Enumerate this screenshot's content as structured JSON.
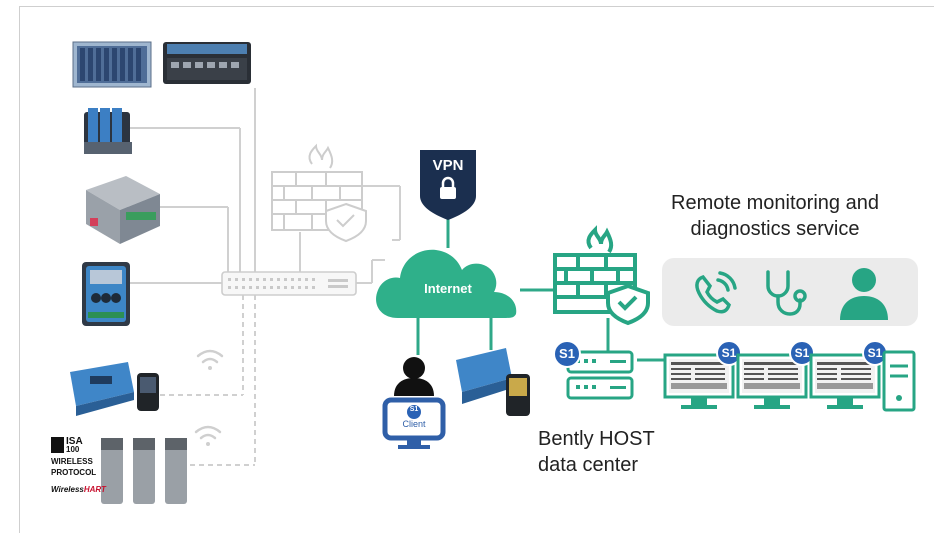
{
  "vpn_label": "VPN",
  "internet_label": "Internet",
  "client_badge": "S1",
  "client_label": "Client",
  "server_badge": "S1",
  "monitor_badges": [
    "S1",
    "S1",
    "S1"
  ],
  "remote_service": {
    "line1": "Remote monitoring and",
    "line2": "diagnostics service"
  },
  "host_center": {
    "line1": "Bently HOST",
    "line2": "data center"
  },
  "wireless_logo": {
    "isa": "ISA",
    "isa_num": "100",
    "line1": "WIRELESS",
    "line2": "PROTOCOL",
    "hart_prefix": "Wireless",
    "hart_suffix": "HART"
  },
  "colors": {
    "green": "#27a584",
    "cloud": "#2fb08a",
    "navy": "#1b2f4f",
    "badge": "#2a62b5",
    "gray_line": "#d0d0d0",
    "service_bg": "#e9e9e9"
  }
}
